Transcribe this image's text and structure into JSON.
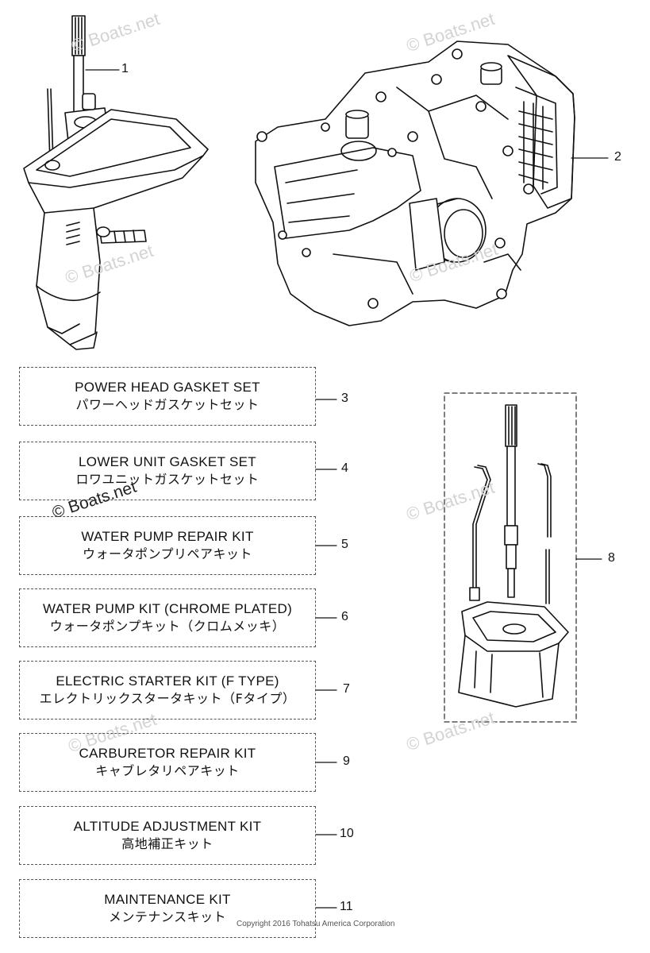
{
  "callouts": {
    "c1": "1",
    "c2": "2",
    "c8": "8"
  },
  "kits": [
    {
      "number": "3",
      "name_en": "POWER HEAD GASKET SET",
      "name_jp": "パワーヘッドガスケットセット"
    },
    {
      "number": "4",
      "name_en": "LOWER UNIT GASKET SET",
      "name_jp": "ロワユニットガスケットセット"
    },
    {
      "number": "5",
      "name_en": "WATER PUMP REPAIR KIT",
      "name_jp": "ウォータポンプリペアキット"
    },
    {
      "number": "6",
      "name_en": "WATER PUMP KIT (CHROME PLATED)",
      "name_jp": "ウォータポンプキット（クロムメッキ）"
    },
    {
      "number": "7",
      "name_en": "ELECTRIC STARTER KIT (F TYPE)",
      "name_jp": "エレクトリックスタータキット（Fタイプ）"
    },
    {
      "number": "9",
      "name_en": "CARBURETOR REPAIR KIT",
      "name_jp": "キャブレタリペアキット"
    },
    {
      "number": "10",
      "name_en": "ALTITUDE ADJUSTMENT KIT",
      "name_jp": "高地補正キット"
    },
    {
      "number": "11",
      "name_en": "MAINTENANCE KIT",
      "name_jp": "メンテナンスキット"
    }
  ],
  "watermark": "© Boats.net",
  "copyright": "Copyright 2016 Tohatsu America Corporation"
}
